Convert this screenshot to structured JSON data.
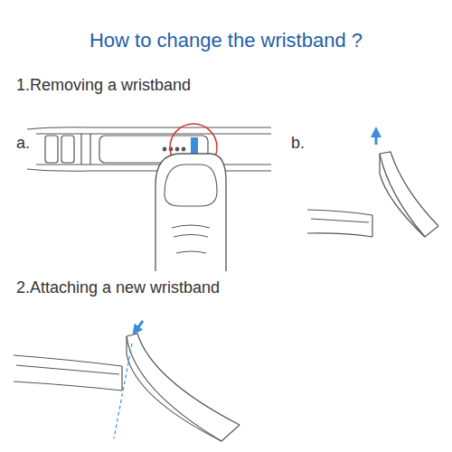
{
  "diagram": {
    "title": "How to change the wristband ?",
    "labels": [
      "1.Removing a wristband",
      "a.",
      "b.",
      "2.Attaching a new wristband"
    ]
  }
}
